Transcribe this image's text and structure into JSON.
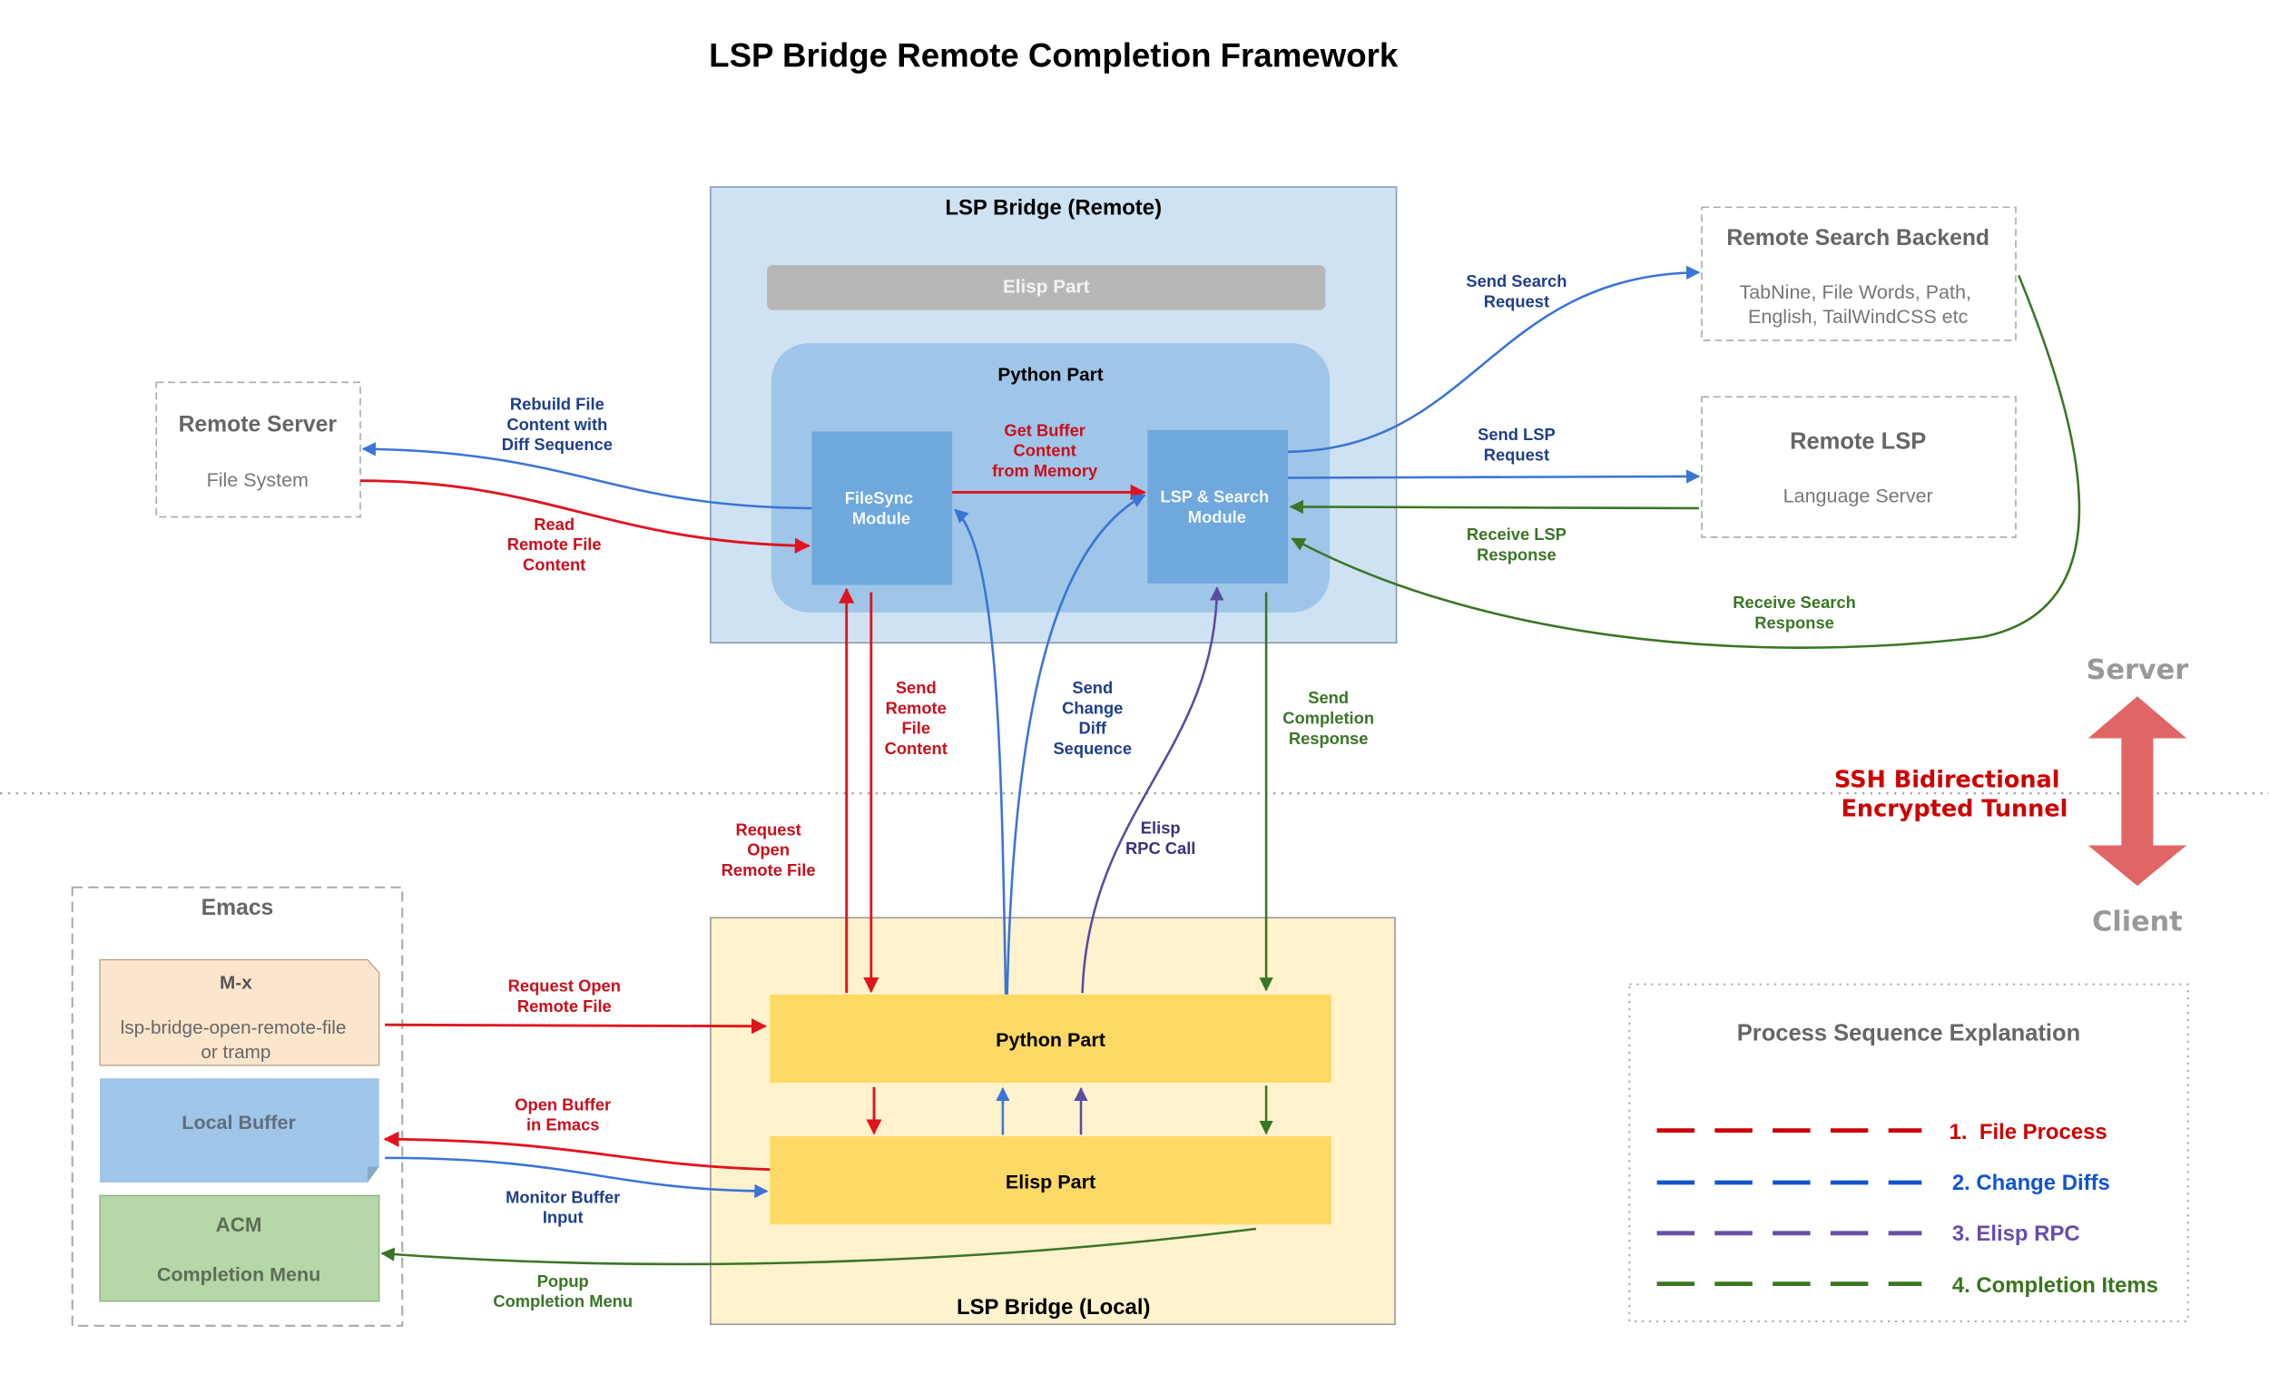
{
  "title": "LSP Bridge Remote Completion Framework",
  "colors": {
    "file_process": "#e0141e",
    "change_diffs": "#3a74d6",
    "elisp_rpc": "#5b4aa0",
    "completion_items": "#3a7526",
    "label_red": "#c8101c",
    "label_blue": "#1f3f8a",
    "label_purple": "#3e3078",
    "label_green": "#3a7526",
    "remote_bg": "#cfe2f3",
    "python_remote_bg": "#9fc5e8",
    "module_bg": "#6fa8dc",
    "elisp_remote_bg": "#b7b7b7",
    "local_bg": "#fff2cc",
    "local_part_bg": "#ffd966",
    "mx_bg": "#fce5cd",
    "buffer_bg": "#9fc5e8",
    "acm_bg": "#b6d7a8",
    "tunnel_arrow": "#e06666",
    "tunnel_text": "#cc0000",
    "side_text": "#999999"
  },
  "remote_bridge": {
    "title": "LSP Bridge (Remote)",
    "elisp_part": "Elisp Part",
    "python_part": "Python Part",
    "filesync_module": [
      "FileSync",
      "Module"
    ],
    "lsp_search_module": [
      "LSP & Search",
      "Module"
    ]
  },
  "local_bridge": {
    "title": "LSP Bridge (Local)",
    "python_part": "Python Part",
    "elisp_part": "Elisp Part"
  },
  "remote_server": {
    "title": "Remote Server",
    "subtitle": "File System"
  },
  "remote_search_backend": {
    "title": "Remote Search Backend",
    "subtitle": [
      "TabNine, File Words, Path,",
      "English, TailWindCSS etc"
    ]
  },
  "remote_lsp": {
    "title": "Remote LSP",
    "subtitle": "Language Server"
  },
  "emacs": {
    "title": "Emacs",
    "mx": {
      "title": "M-x",
      "body": [
        "lsp-bridge-open-remote-file",
        "or tramp"
      ]
    },
    "local_buffer": "Local Buffer",
    "acm": {
      "title": "ACM",
      "body": "Completion Menu"
    }
  },
  "edge_labels": {
    "rebuild_file": [
      "Rebuild File",
      "Content with",
      "Diff Sequence"
    ],
    "read_remote_file": [
      "Read",
      "Remote File",
      "Content"
    ],
    "get_buffer": [
      "Get Buffer",
      "Content",
      "from Memory"
    ],
    "send_search_request": [
      "Send Search",
      "Request"
    ],
    "send_lsp_request": [
      "Send LSP",
      "Request"
    ],
    "receive_lsp_response": [
      "Receive LSP",
      "Response"
    ],
    "receive_search_response": [
      "Receive Search",
      "Response"
    ],
    "send_remote_file_content": [
      "Send",
      "Remote",
      "File",
      "Content"
    ],
    "send_change_diff": [
      "Send",
      "Change",
      "Diff",
      "Sequence"
    ],
    "send_completion_response": [
      "Send",
      "Completion",
      "Response"
    ],
    "request_open_remote_file_v": [
      "Request",
      "Open",
      "Remote File"
    ],
    "elisp_rpc_call": [
      "Elisp",
      "RPC Call"
    ],
    "request_open_remote_file_h": [
      "Request Open",
      "Remote File"
    ],
    "open_buffer": [
      "Open Buffer",
      "in Emacs"
    ],
    "monitor_buffer": [
      "Monitor Buffer",
      "Input"
    ],
    "popup_menu": [
      "Popup",
      "Completion Menu"
    ]
  },
  "tunnel": {
    "server_label": "Server",
    "client_label": "Client",
    "text": [
      "SSH Bidirectional",
      "Encrypted Tunnel"
    ]
  },
  "legend": {
    "title": "Process Sequence Explanation",
    "items": [
      {
        "label": "1.  File Process",
        "color": "#cc0000"
      },
      {
        "label": "2. Change Diffs",
        "color": "#1155cc"
      },
      {
        "label": "3. Elisp RPC",
        "color": "#674ea7"
      },
      {
        "label": "4. Completion Items",
        "color": "#38761d"
      }
    ]
  }
}
